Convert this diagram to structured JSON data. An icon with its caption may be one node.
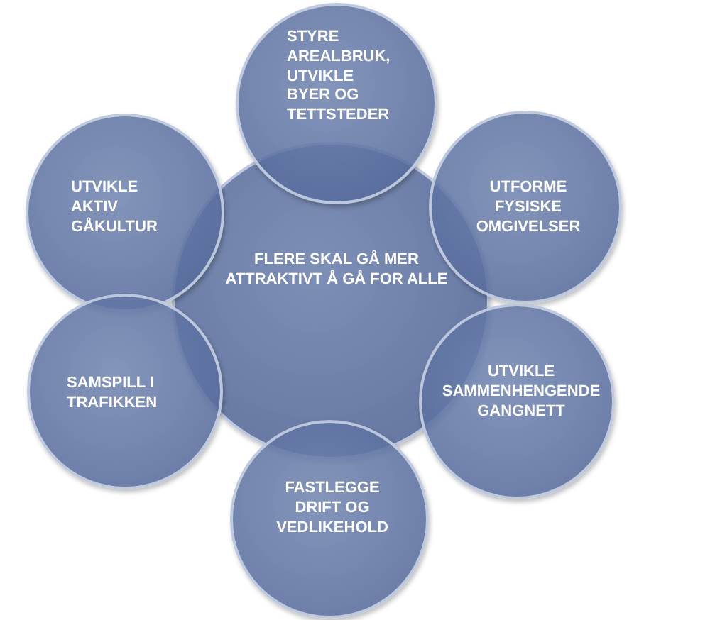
{
  "diagram": {
    "nodes": [
      {
        "text": [
          "FLERE SKAL GÅ MER ATTRAKTIVT Å GÅ FOR ALLE"
        ]
      },
      {
        "text": [
          "STYRE AREALBRUK, UTVIKLE BYER OG TETTSTEDER"
        ]
      },
      {
        "text": [
          "UTVIKLE AKTIV GÅKULTUR"
        ]
      },
      {
        "text": [
          "UTFORME FYSISKE OMGIVELSER"
        ]
      },
      {
        "text": [
          "SAMSPILL I TRAFIKKEN"
        ]
      },
      {
        "text": [
          "UTVIKLE SAMMENHENGENDE GANGNETT"
        ]
      },
      {
        "text": [
          "FASTLEGGE DRIFT OG VEDLIKEHOLD"
        ]
      }
    ]
  }
}
